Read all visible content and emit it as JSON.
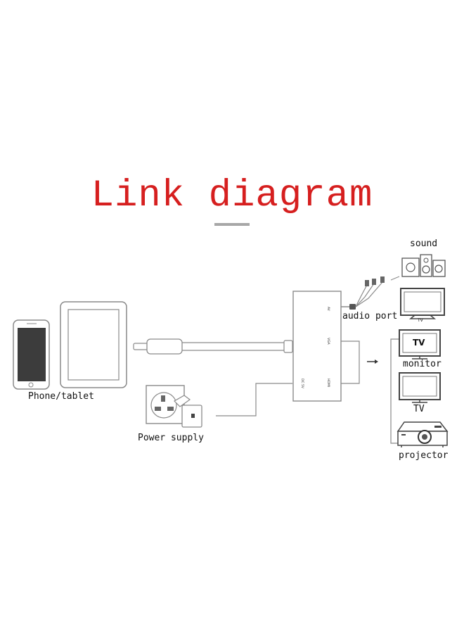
{
  "title": "Link diagram",
  "labels": {
    "phone_tablet": "Phone/tablet",
    "power_supply": "Power supply",
    "audio_port": "audio port",
    "sound": "sound",
    "tv_small": "TV",
    "tv_screen": "TV",
    "monitor": "monitor",
    "tv": "TV",
    "projector": "projector"
  },
  "ports": {
    "av": "AV",
    "vga": "VGA",
    "hdmi": "HDMI",
    "dc": "DC 5V"
  },
  "colors": {
    "title": "#d61f1f",
    "underline": "#a7a7a7",
    "line": "#8a8a8a"
  }
}
